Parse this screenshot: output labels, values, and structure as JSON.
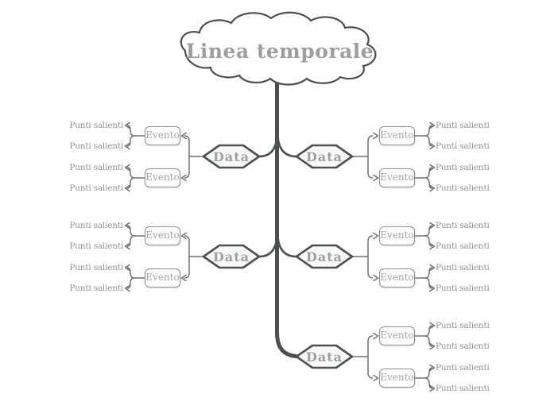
{
  "title": "Linea temporale",
  "colors": {
    "background": "#ffffff",
    "dark_outline": "#4b5151",
    "connector": "#6e7272",
    "node_border": "#8d9090",
    "node_fill": "#fdfdfd",
    "hex_fill": "#f7f8f8",
    "title_text": "#9b9f9f",
    "date_text": "#9da1a1",
    "event_text": "#a4a6a6",
    "point_text": "#8f9494"
  },
  "branches": [
    {
      "id": "top-left",
      "side": "left",
      "date_label": "Data",
      "events": [
        {
          "label": "Evento",
          "points": [
            "Punti salienti",
            "Punti salienti"
          ]
        },
        {
          "label": "Evento",
          "points": [
            "Punti salienti",
            "Punti salienti"
          ]
        }
      ]
    },
    {
      "id": "top-right",
      "side": "right",
      "date_label": "Data",
      "events": [
        {
          "label": "Evento",
          "points": [
            "Punti salienti",
            "Punti salienti"
          ]
        },
        {
          "label": "Evento",
          "points": [
            "Punti salienti",
            "Punti salienti"
          ]
        }
      ]
    },
    {
      "id": "middle-left",
      "side": "left",
      "date_label": "Data",
      "events": [
        {
          "label": "Evento",
          "points": [
            "Punti salienti",
            "Punti salienti"
          ]
        },
        {
          "label": "Evento",
          "points": [
            "Punti salienti",
            "Punti salienti"
          ]
        }
      ]
    },
    {
      "id": "middle-right",
      "side": "right",
      "date_label": "Data",
      "events": [
        {
          "label": "Evento",
          "points": [
            "Punti salienti",
            "Punti salienti"
          ]
        },
        {
          "label": "Evento",
          "points": [
            "Punti salienti",
            "Punti salienti"
          ]
        }
      ]
    },
    {
      "id": "bottom-right",
      "side": "right",
      "date_label": "Data",
      "events": [
        {
          "label": "Evento",
          "points": [
            "Punti salienti",
            "Punti salienti"
          ]
        },
        {
          "label": "Evento",
          "points": [
            "Punti salienti",
            "Punti salienti"
          ]
        }
      ]
    }
  ]
}
